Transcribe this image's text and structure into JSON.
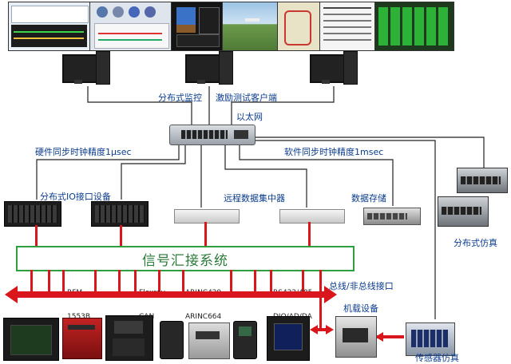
{
  "labels": {
    "distributed_monitoring": "分布式监控",
    "stimulus_test_client": "激励测试客户端",
    "ethernet": "以太网",
    "hw_sync": "硬件同步时钟精度1μsec",
    "sw_sync": "软件同步时钟精度1msec",
    "distributed_io": "分布式IO接口设备",
    "remote_data_concentrator": "远程数据集中器",
    "data_storage": "数据存储",
    "distributed_simulation": "分布式仿真",
    "signal_interconnect": "信号汇接系统",
    "bus_interface": "总线/非总线接口",
    "airborne_equipment": "机载设备",
    "sensor_simulation": "传感器仿真"
  },
  "bus_groups": [
    {
      "line1": "RFM",
      "line2": "1553B"
    },
    {
      "line1": "Flexray",
      "line2": "CAN"
    },
    {
      "line1": "ARINC429",
      "line2": "ARINC664"
    },
    {
      "line1": "RS422/485",
      "line2": "DIO/AD/DA"
    }
  ],
  "colors": {
    "label_blue": "#0b3c8c",
    "bus_red": "#d8161b",
    "interconnect_green": "#2e9e3e",
    "interconnect_text": "#2c7a3a"
  }
}
